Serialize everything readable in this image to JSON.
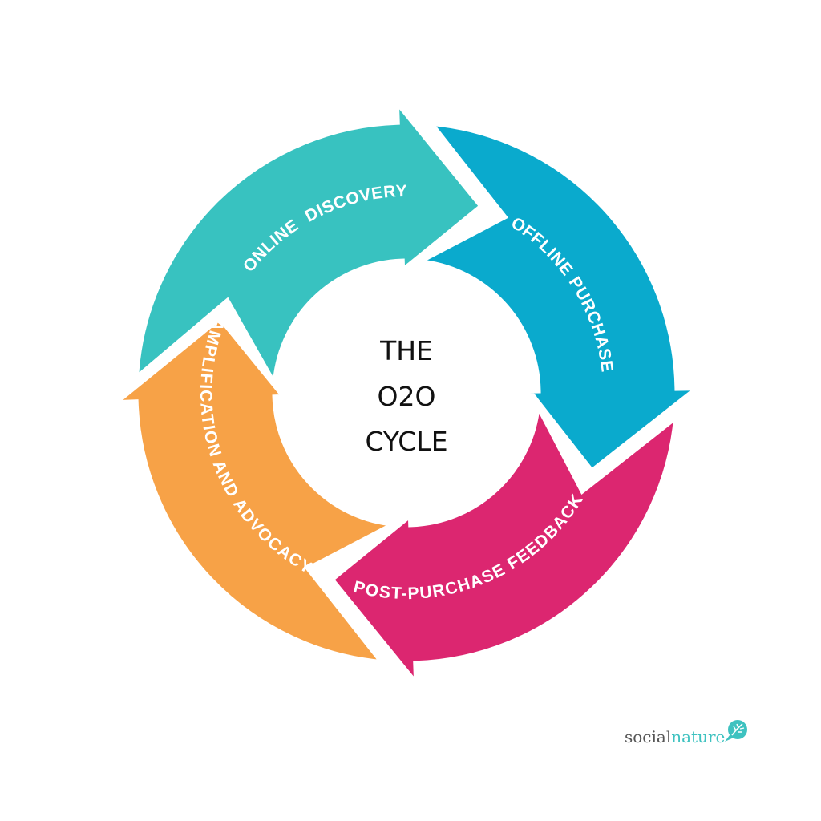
{
  "diagram": {
    "center_text": [
      "THE",
      "O2O",
      "CYCLE"
    ],
    "stages": [
      {
        "label": "ONLINE  DISCOVERY",
        "color": "#38C2C0"
      },
      {
        "label": "OFFLINE PURCHASE",
        "color": "#0AAACD"
      },
      {
        "label": "POST-PURCHASE FEEDBACK",
        "color": "#DC2670"
      },
      {
        "label": "AMPLIFICATION AND ADVOCACY",
        "color": "#F7A247"
      }
    ]
  },
  "logo": {
    "part1": "social",
    "part2": "nature",
    "icon": "leaf-speech-bubble-icon"
  }
}
